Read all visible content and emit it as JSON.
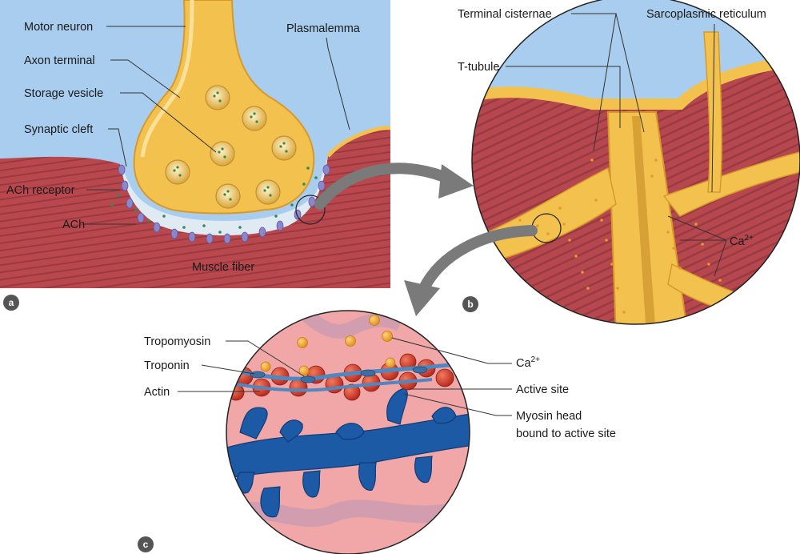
{
  "panel_a": {
    "badge": "a",
    "labels": {
      "motor_neuron": "Motor neuron",
      "axon_terminal": "Axon terminal",
      "storage_vesicle": "Storage vesicle",
      "synaptic_cleft": "Synaptic cleft",
      "ach_receptor": "ACh receptor",
      "ach": "ACh",
      "plasmalemma": "Plasmalemma",
      "muscle_fiber": "Muscle fiber"
    }
  },
  "panel_b": {
    "badge": "b",
    "labels": {
      "terminal_cisternae": "Terminal cisternae",
      "t_tubule": "T-tubule",
      "sarcoplasmic_reticulum": "Sarcoplasmic reticulum",
      "ca_base": "Ca",
      "ca_sup": "2+"
    }
  },
  "panel_c": {
    "badge": "c",
    "labels": {
      "tropomyosin": "Tropomyosin",
      "troponin": "Troponin",
      "actin": "Actin",
      "ca_base": "Ca",
      "ca_sup": "2+",
      "active_site": "Active site",
      "myosin_line1": "Myosin head",
      "myosin_line2": "bound to active site"
    }
  },
  "colors": {
    "fluid_blue": "#a9cdee",
    "axon_yellow": "#f3c24e",
    "muscle_red": "#b5474d",
    "receptor_purple": "#8d86c8",
    "ach_green": "#2e8b57",
    "actin_red": "#d93a22",
    "myosin_blue": "#1c5aa6",
    "calcium_orange": "#f2a933",
    "badge_gray": "#555555"
  }
}
